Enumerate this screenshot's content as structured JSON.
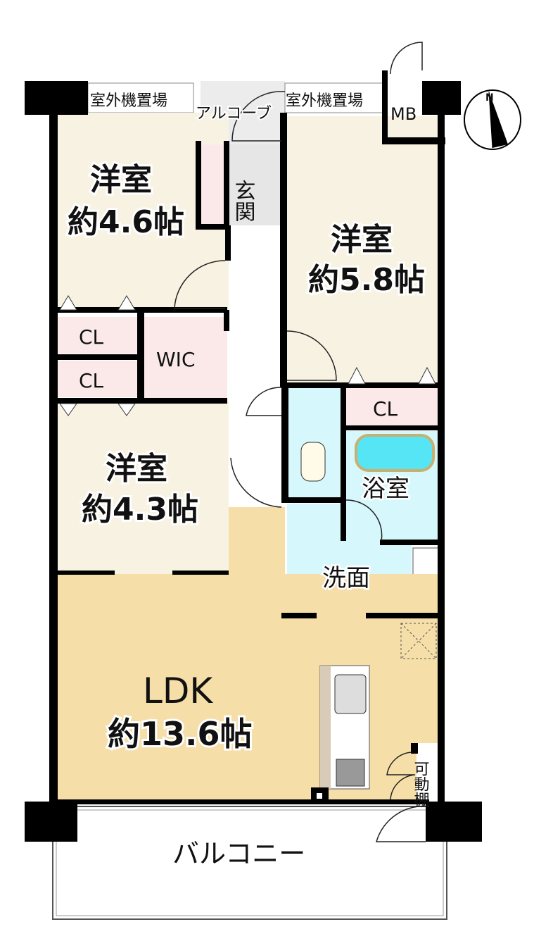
{
  "rooms": {
    "western1": {
      "name": "洋室",
      "size": "約4.6帖"
    },
    "western2": {
      "name": "洋室",
      "size": "約5.8帖"
    },
    "western3": {
      "name": "洋室",
      "size": "約4.3帖"
    },
    "ldk": {
      "name": "LDK",
      "size": "約13.6帖"
    },
    "entrance": "玄関",
    "bath": "浴室",
    "washroom": "洗面",
    "balcony": "バルコニー",
    "alcove": "アルコーブ",
    "ac_left": "室外機置場",
    "ac_right": "室外機置場",
    "mb": "MB",
    "wic": "WIC",
    "cl1": "CL",
    "cl2": "CL",
    "cl3": "CL",
    "shelf": "可動棚"
  },
  "compass": {
    "label": "N"
  },
  "colors": {
    "western": "#f8f2e2",
    "ldk": "#f5dea8",
    "closet": "#fbe9e9",
    "water": "#d6f8fc",
    "entrance": "#e6e6e6",
    "wall": "#000000"
  }
}
